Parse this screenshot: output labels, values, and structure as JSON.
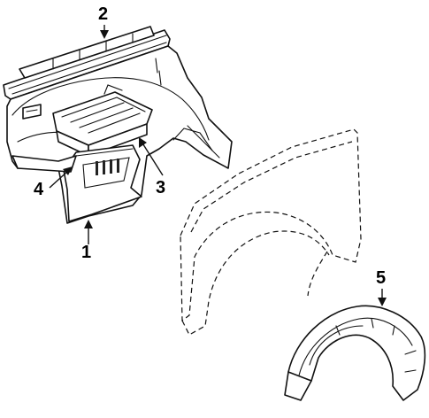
{
  "callouts": [
    {
      "id": "1",
      "label": "1"
    },
    {
      "id": "2",
      "label": "2"
    },
    {
      "id": "3",
      "label": "3"
    },
    {
      "id": "4",
      "label": "4"
    },
    {
      "id": "5",
      "label": "5"
    }
  ],
  "colors": {
    "ink": "#111111",
    "background": "#ffffff"
  }
}
